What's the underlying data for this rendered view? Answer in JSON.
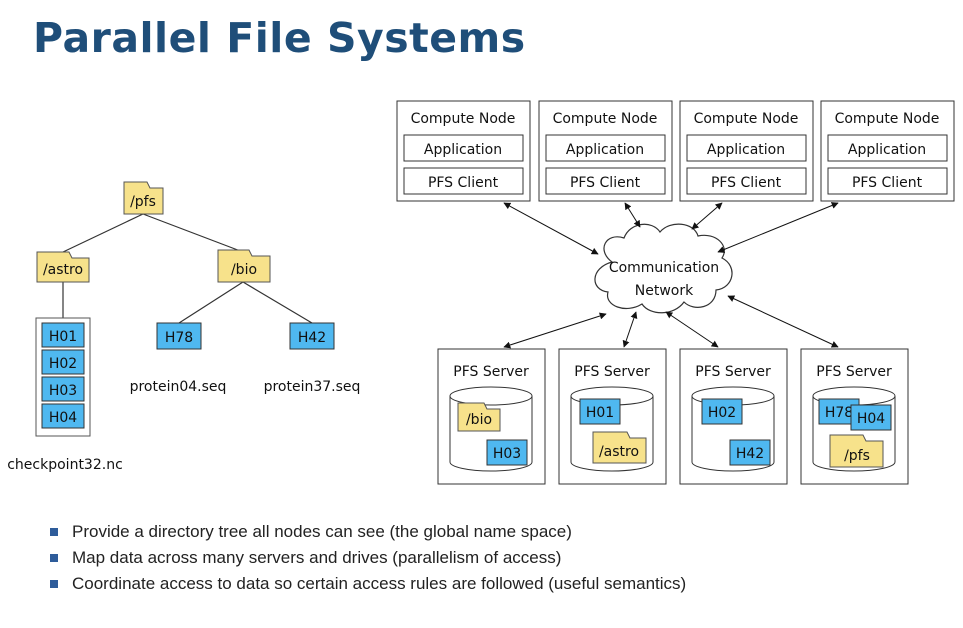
{
  "title": "Parallel File Systems",
  "tree": {
    "root": "/pfs",
    "astro": "/astro",
    "bio": "/bio",
    "astro_blocks": [
      "H01",
      "H02",
      "H03",
      "H04"
    ],
    "astro_file": "checkpoint32.nc",
    "bio_file_a_block": "H78",
    "bio_file_a": "protein04.seq",
    "bio_file_b_block": "H42",
    "bio_file_b": "protein37.seq"
  },
  "compute_nodes": [
    {
      "title": "Compute Node",
      "app": "Application",
      "client": "PFS Client"
    },
    {
      "title": "Compute Node",
      "app": "Application",
      "client": "PFS Client"
    },
    {
      "title": "Compute Node",
      "app": "Application",
      "client": "PFS Client"
    },
    {
      "title": "Compute Node",
      "app": "Application",
      "client": "PFS Client"
    }
  ],
  "network": {
    "line1": "Communication",
    "line2": "Network"
  },
  "servers": [
    {
      "title": "PFS Server",
      "items": [
        "/bio",
        "H03"
      ]
    },
    {
      "title": "PFS Server",
      "items": [
        "H01",
        "/astro"
      ]
    },
    {
      "title": "PFS Server",
      "items": [
        "H02",
        "H42"
      ]
    },
    {
      "title": "PFS Server",
      "items": [
        "H78",
        "H04",
        "/pfs"
      ]
    }
  ],
  "bullets": [
    "Provide a directory tree all nodes can see (the global name space)",
    "Map data across many servers and drives (parallelism of access)",
    "Coordinate access to data so certain access rules are followed (useful semantics)"
  ],
  "colors": {
    "title": "#1f4e79",
    "folder": "#f7e28b",
    "block": "#4fb8f0",
    "bullet": "#2e5c9a"
  }
}
